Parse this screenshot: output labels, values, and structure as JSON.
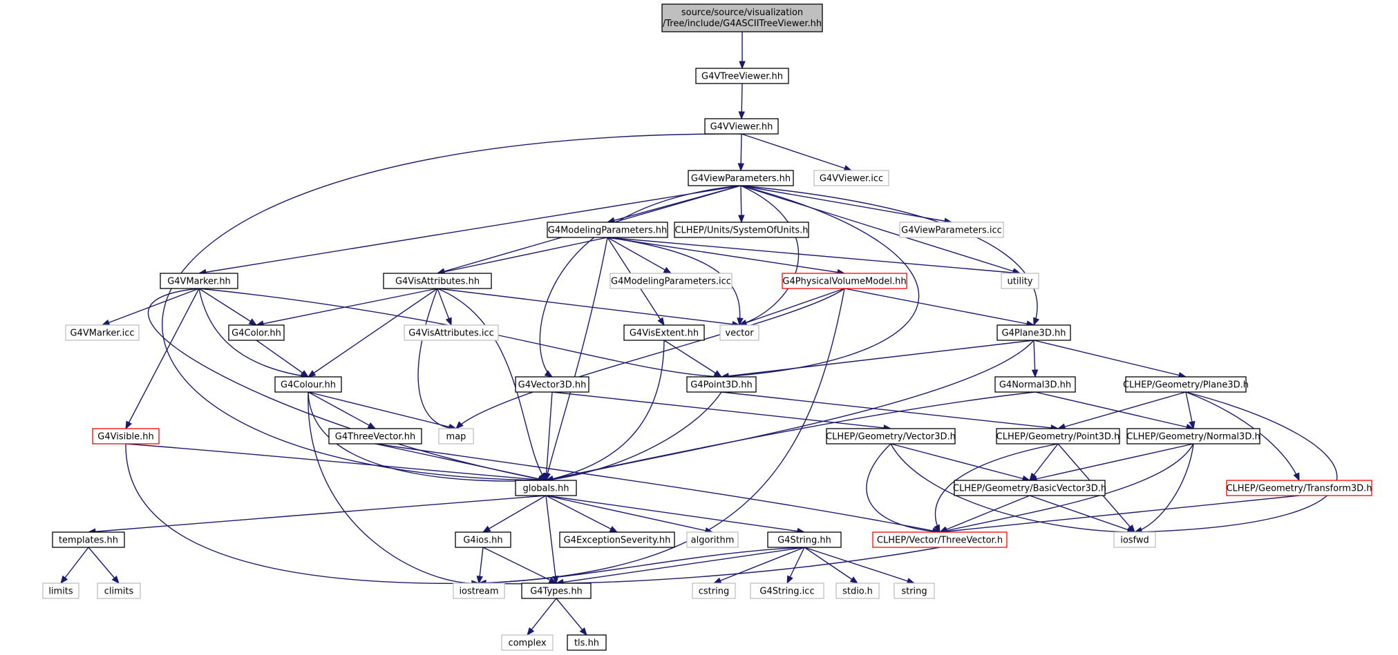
{
  "graph": {
    "title_lines": [
      "source/source/visualization",
      "/Tree/include/G4ASCIITreeViewer.hh"
    ],
    "nodes": {
      "root": "G4ASCIITreeViewer.hh",
      "vtreeviewer": "G4VTreeViewer.hh",
      "vviewer": "G4VViewer.hh",
      "vviewer_icc": "G4VViewer.icc",
      "viewparameters": "G4ViewParameters.hh",
      "modelingparameters": "G4ModelingParameters.hh",
      "systemofunits": "CLHEP/Units/SystemOfUnits.h",
      "viewparameters_icc": "G4ViewParameters.icc",
      "utility": "utility",
      "vmarker": "G4VMarker.hh",
      "visattributes": "G4VisAttributes.hh",
      "modelingparameters_icc": "G4ModelingParameters.icc",
      "physicalvolumemodel": "G4PhysicalVolumeModel.hh",
      "vmarker_icc": "G4VMarker.icc",
      "color": "G4Color.hh",
      "visattributes_icc": "G4VisAttributes.icc",
      "visextent": "G4VisExtent.hh",
      "vector": "vector",
      "plane3d": "G4Plane3D.hh",
      "colour": "G4Colour.hh",
      "vector3d": "G4Vector3D.hh",
      "point3d": "G4Point3D.hh",
      "normal3d": "G4Normal3D.hh",
      "clhep_plane3d": "CLHEP/Geometry/Plane3D.h",
      "visible": "G4Visible.hh",
      "threevector": "G4ThreeVector.hh",
      "map": "map",
      "clhep_vector3d": "CLHEP/Geometry/Vector3D.h",
      "clhep_point3d": "CLHEP/Geometry/Point3D.h",
      "clhep_normal3d": "CLHEP/Geometry/Normal3D.h",
      "globals": "globals.hh",
      "clhep_basicvector3d": "CLHEP/Geometry/BasicVector3D.h",
      "clhep_transform3d": "CLHEP/Geometry/Transform3D.h",
      "templates": "templates.hh",
      "g4ios": "G4ios.hh",
      "exceptionseverity": "G4ExceptionSeverity.hh",
      "algorithm": "algorithm",
      "g4string": "G4String.hh",
      "clhep_threevector": "CLHEP/Vector/ThreeVector.h",
      "iosfwd": "iosfwd",
      "limits": "limits",
      "climits": "climits",
      "iostream": "iostream",
      "g4types": "G4Types.hh",
      "cstring": "cstring",
      "g4string_icc": "G4String.icc",
      "stdio": "stdio.h",
      "string": "string",
      "complex": "complex",
      "tls": "tls.hh"
    },
    "colors": {
      "edge": "#191970",
      "root_fill": "#bfbfbf",
      "external_border": "#bfbfbf",
      "truncated_border": "#ff0000"
    }
  }
}
